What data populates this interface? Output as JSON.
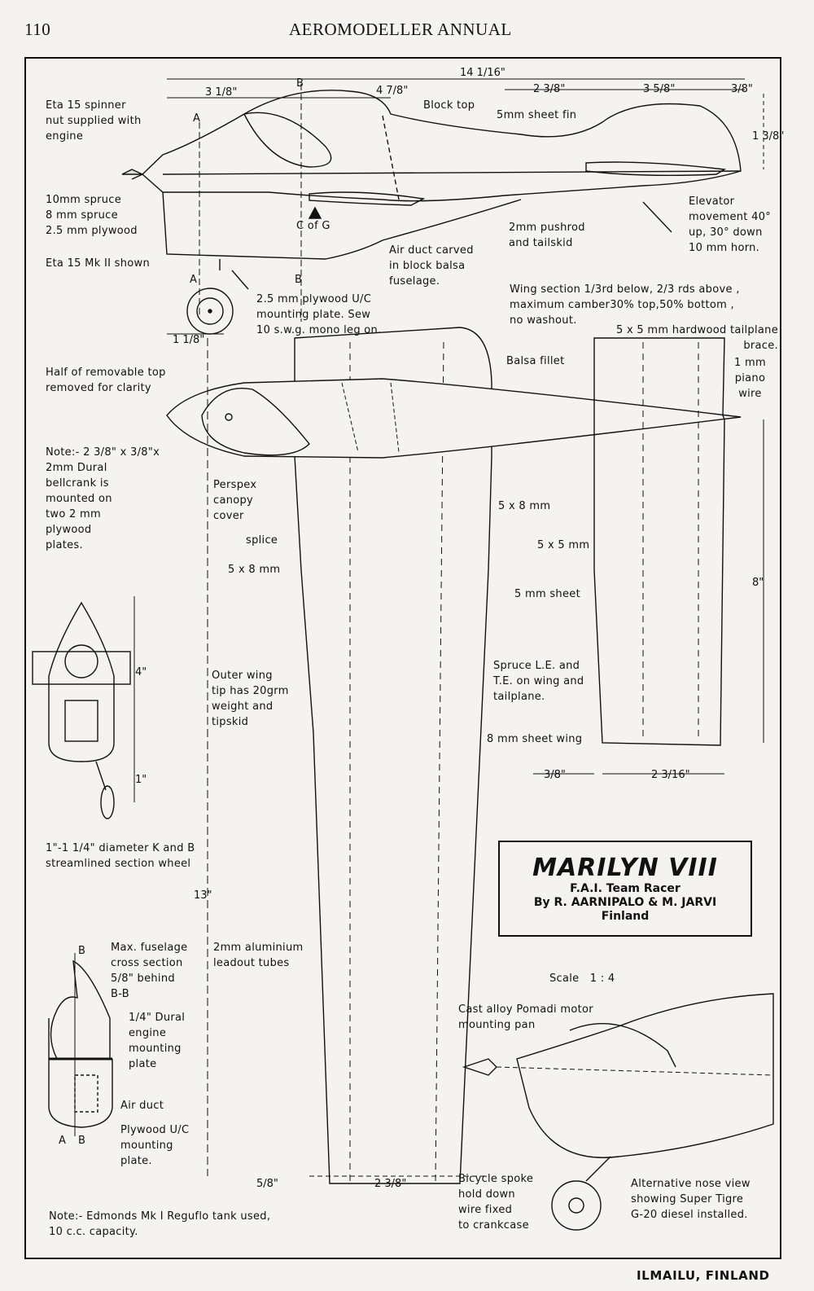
{
  "header": {
    "page_number": "110",
    "publication": "AEROMODELLER ANNUAL"
  },
  "title_block": {
    "name": "MARILYN VIII",
    "subtitle": "F.A.I. Team Racer",
    "authors": "By R. AARNIPALO & M. JARVI",
    "country": "Finland",
    "scale": "Scale   1 : 4"
  },
  "side_view": {
    "dims": [
      "14 1/16\"",
      "3 1/8\"",
      "B",
      "4 7/8\"",
      "2 3/8\"",
      "3 5/8\"",
      "3/8\"",
      "1 3/8\"",
      "A",
      "A",
      "B",
      "1 1/8\""
    ],
    "labels": {
      "spinner": "Eta 15 spinner\nnut supplied with\nengine",
      "block_top": "Block top",
      "fin": "5mm sheet fin",
      "spruce10": "10mm spruce",
      "spruce8": "8 mm spruce",
      "plywood": "2.5 mm plywood",
      "engine": "Eta 15 Mk II shown",
      "cg": "C of G",
      "pushrod": "2mm pushrod\nand tailskid",
      "elevator": "Elevator\nmovement 40°\nup, 30° down\n10 mm horn.",
      "air_duct": "Air duct carved\nin block balsa\nfuselage.",
      "uc_plate": "2.5 mm plywood U/C\nmounting plate.  Sew\n10 s.w.g. mono leg on."
    }
  },
  "plan_view": {
    "labels": {
      "wing_section": "Wing section 1/3rd below, 2/3 rds above ,\nmaximum camber30% top,50% bottom ,\nno washout.",
      "tailplane_brace": "5 x 5 mm hardwood tailplane\nbrace.",
      "piano_wire": "1 mm\npiano\nwire",
      "removable_top": "Half of removable top\nremoved for clarity",
      "balsa_fillet": "Balsa fillet",
      "bellcrank_note": "Note:-  2 3/8\" x 3/8\"x\n2mm Dural\nbellcrank is\nmounted on\ntwo 2 mm\nplywood\nplates.",
      "canopy": "Perspex\ncanopy\ncover",
      "splice": "splice",
      "le_5x8": "5 x 8 mm",
      "te_5x8": "5 x 8 mm",
      "tail_5x5": "5 x 5 mm",
      "tail_sheet": "5 mm sheet",
      "spruce_le": "Spruce L.E. and\nT.E. on wing and\ntailplane.",
      "wing_tip": "Outer wing\ntip has 20grm\nweight and\ntipskid",
      "wing_sheet": "8 mm sheet wing",
      "leadout": "2mm aluminium\nleadout tubes"
    },
    "dims": [
      "8\"",
      "3/8\"",
      "2 3/16\"",
      "13\"",
      "5/8\"",
      "2 3/8\""
    ]
  },
  "front_view": {
    "dims": [
      "4\"",
      "1\""
    ],
    "wheel_note": "1\"-1 1/4\" diameter K and B\nstreamlined section wheel"
  },
  "cross_section": {
    "labels": {
      "max_section": "Max. fuselage\ncross section\n5/8\" behind\nB-B",
      "dural_plate": "1/4\" Dural\nengine\nmounting\nplate",
      "air_duct": "Air duct",
      "uc_plate": "Plywood U/C\nmounting\nplate.",
      "A": "A",
      "B": "B",
      "Btop": "B"
    },
    "tank_note": "Note:-  Edmonds Mk I Reguflo tank used,\n10 c.c. capacity."
  },
  "alt_nose": {
    "labels": {
      "pomadi": "Cast alloy Pomadi motor\nmounting pan",
      "spoke": "Bicycle spoke\nhold down\nwire fixed\nto crankcase",
      "alternative": "Alternative nose view\nshowing Super Tigre\nG-20 diesel installed."
    }
  },
  "footer": {
    "credit": "ILMAILU, FINLAND"
  }
}
